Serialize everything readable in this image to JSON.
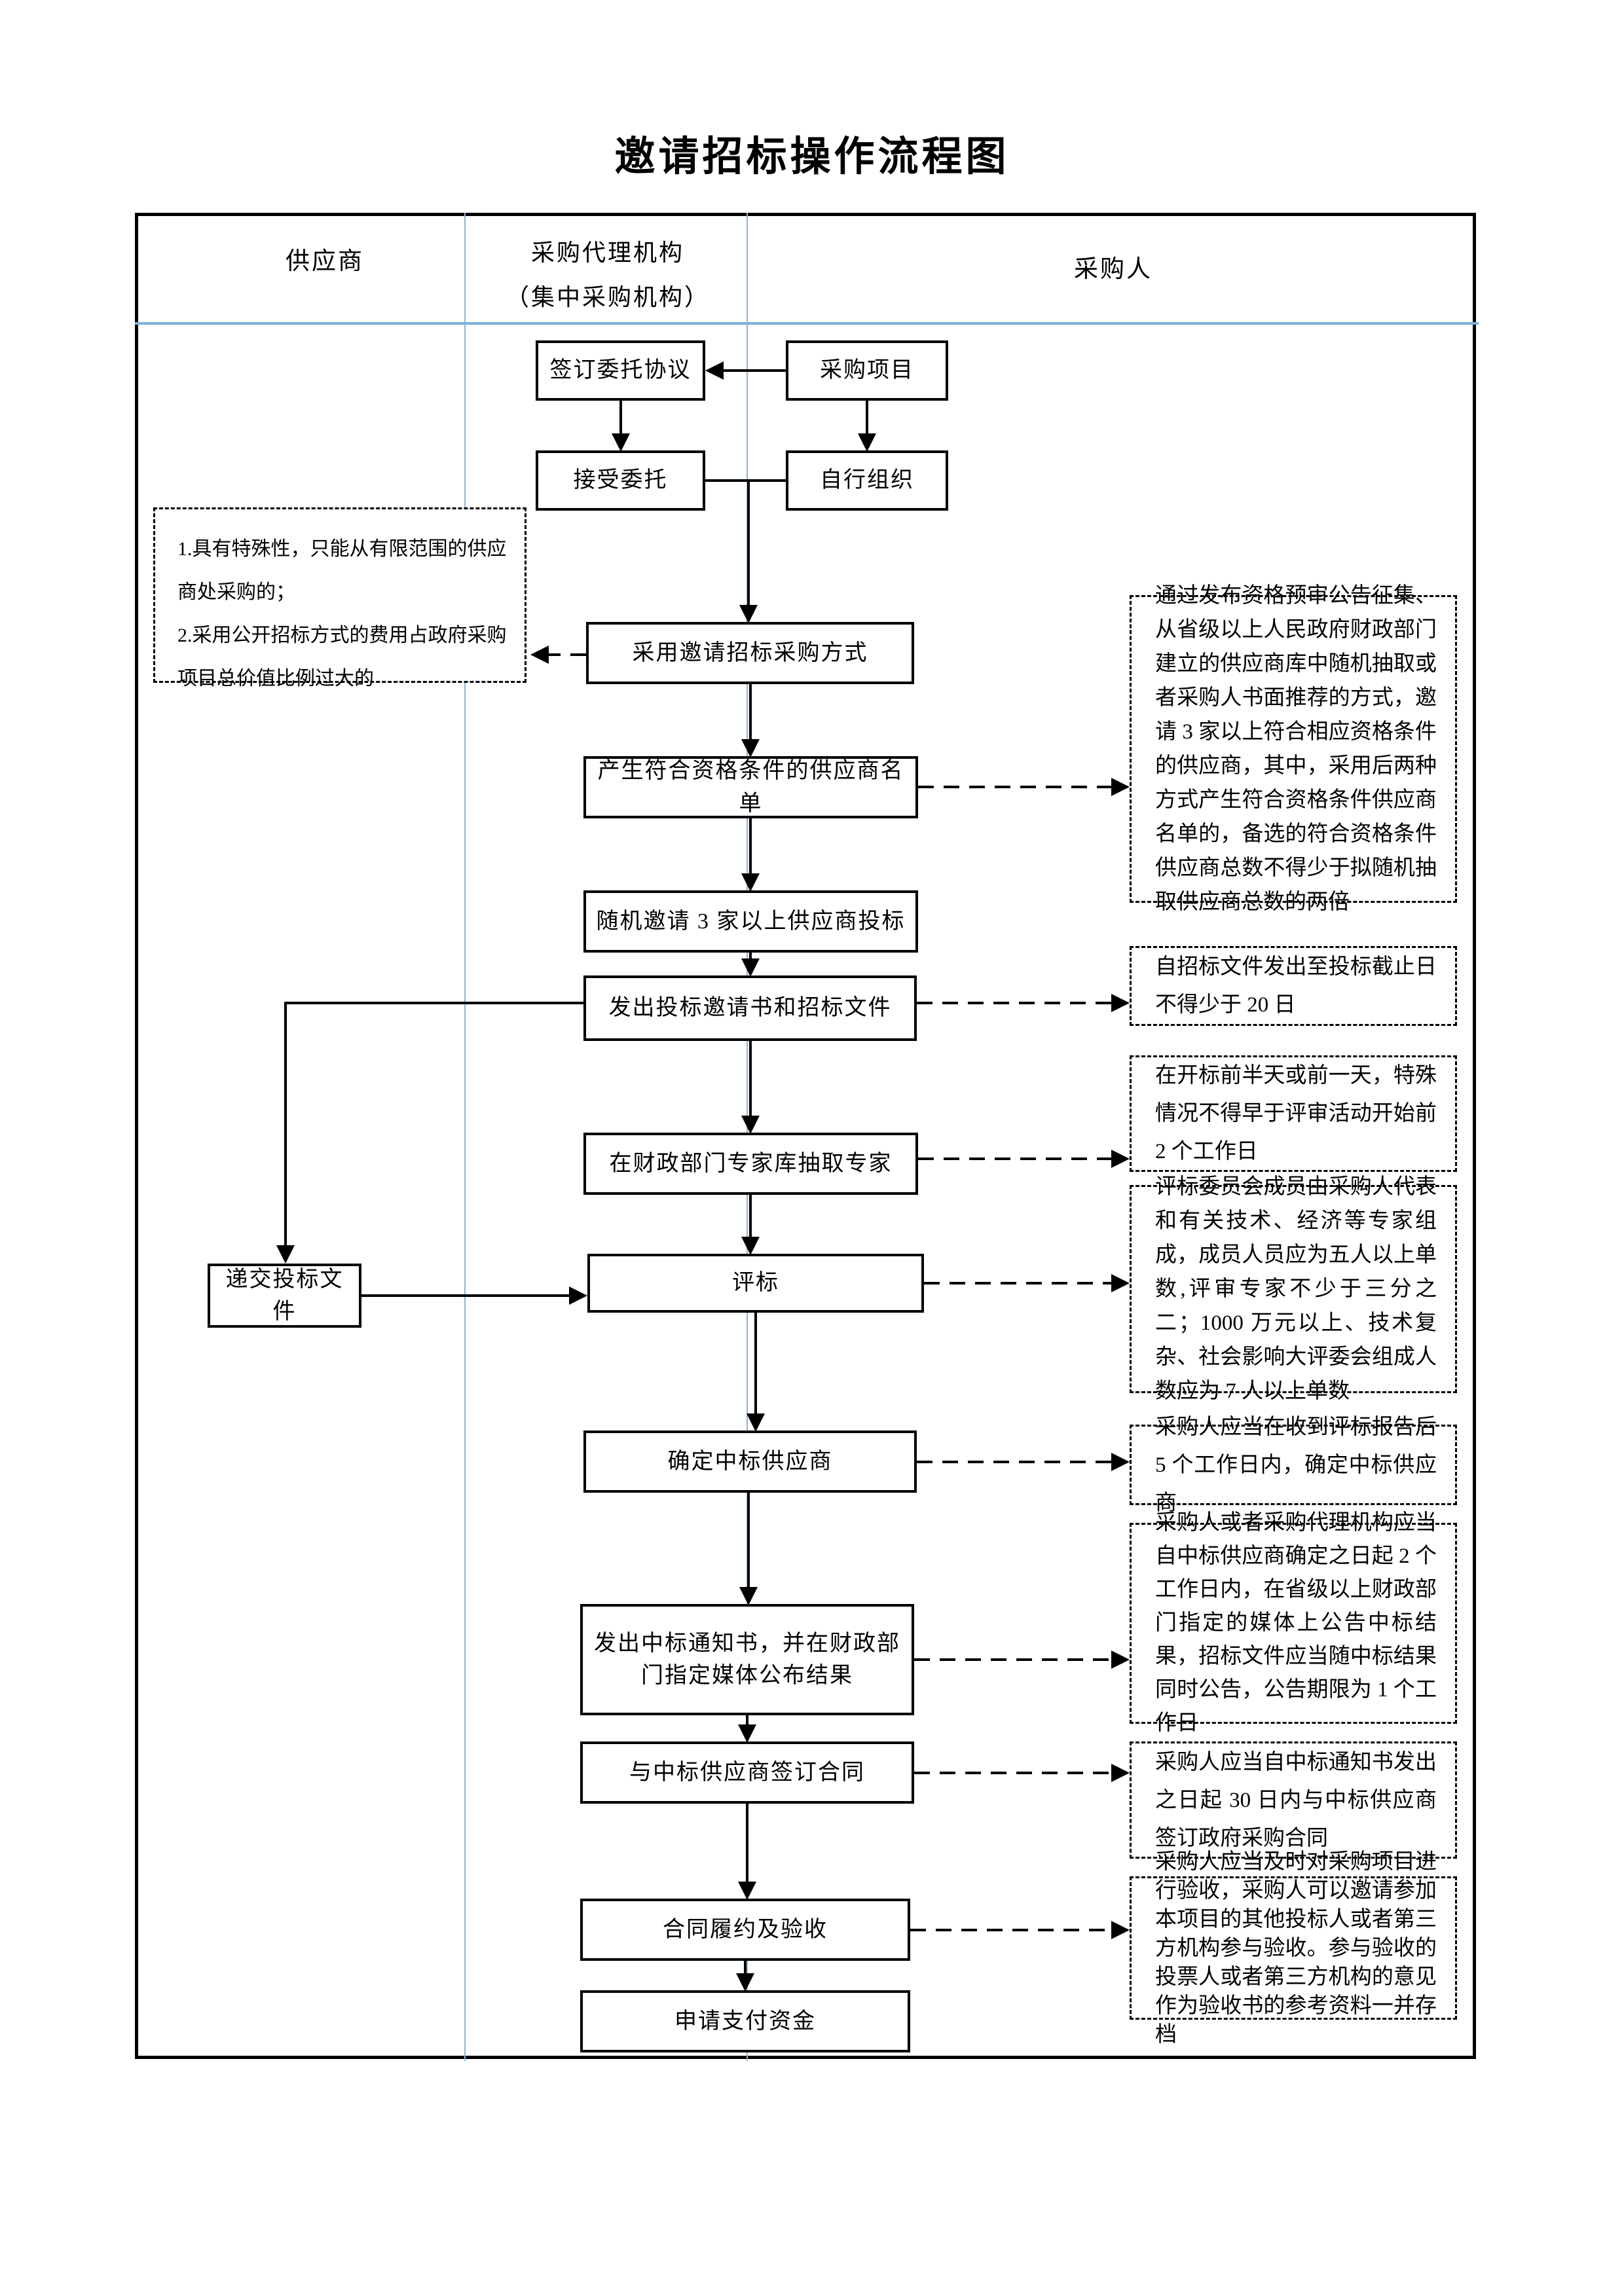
{
  "title": "邀请招标操作流程图",
  "lanes": {
    "supplier": "供应商",
    "agency_line1": "采购代理机构",
    "agency_line2": "（集中采购机构）",
    "purchaser": "采购人"
  },
  "flow": {
    "nodes": [
      {
        "id": "sign-agreement",
        "label": "签订委托协议"
      },
      {
        "id": "procurement-project",
        "label": "采购项目"
      },
      {
        "id": "accept-entrustment",
        "label": "接受委托"
      },
      {
        "id": "self-organize",
        "label": "自行组织"
      },
      {
        "id": "adopt-invitation",
        "label": "采用邀请招标采购方式"
      },
      {
        "id": "generate-list",
        "label": "产生符合资格条件的供应商名单"
      },
      {
        "id": "random-invite",
        "label": "随机邀请 3 家以上供应商投标"
      },
      {
        "id": "issue-invitation",
        "label": "发出投标邀请书和招标文件"
      },
      {
        "id": "draw-experts",
        "label": "在财政部门专家库抽取专家"
      },
      {
        "id": "bid-evaluation",
        "label": "评标"
      },
      {
        "id": "determine-winner",
        "label": "确定中标供应商"
      },
      {
        "id": "issue-notice",
        "label": "发出中标通知书，并在财政部门指定媒体公布结果"
      },
      {
        "id": "sign-contract",
        "label": "与中标供应商签订合同"
      },
      {
        "id": "contract-acceptance",
        "label": "合同履约及验收"
      },
      {
        "id": "apply-payment",
        "label": "申请支付资金"
      },
      {
        "id": "submit-bid-docs",
        "label": "递交投标文件"
      }
    ]
  },
  "side_note": {
    "text": "1.具有特殊性，只能从有限范围的供应商处采购的；\n2.采用公开招标方式的费用占政府采购项目总价值比例过大的"
  },
  "annotations": [
    {
      "id": "qualification-collection",
      "text": "通过发布资格预审公告征集、从省级以上人民政府财政部门建立的供应商库中随机抽取或者采购人书面推荐的方式，邀请 3 家以上符合相应资格条件的供应商，其中，采用后两种方式产生符合资格条件供应商名单的，备选的符合资格条件供应商总数不得少于拟随机抽取供应商总数的两倍"
    },
    {
      "id": "twenty-days",
      "text": "自招标文件发出至投标截止日不得少于 20 日"
    },
    {
      "id": "expert-draw-time",
      "text": "在开标前半天或前一天，特殊情况不得早于评审活动开始前 2 个工作日"
    },
    {
      "id": "evaluation-committee",
      "text": "评标委员会成员由采购人代表和有关技术、经济等专家组成，成员人员应为五人以上单数,评审专家不少于三分之二；1000 万元以上、技术复杂、社会影响大评委会组成人数应为 7 人以上单数"
    },
    {
      "id": "five-working-days",
      "text": "采购人应当在收到评标报告后 5 个工作日内，确定中标供应商"
    },
    {
      "id": "announce-result",
      "text": "采购人或者采购代理机构应当自中标供应商确定之日起 2 个工作日内，在省级以上财政部门指定的媒体上公告中标结果，招标文件应当随中标结果同时公告，公告期限为 1 个工作日"
    },
    {
      "id": "thirty-days-contract",
      "text": "采购人应当自中标通知书发出之日起 30 日内与中标供应商签订政府采购合同"
    },
    {
      "id": "acceptance-check",
      "text": "采购人应当及时对采购项目进行验收，采购人可以邀请参加本项目的其他投标人或者第三方机构参与验收。参与验收的投票人或者第三方机构的意见作为验收书的参考资料一并存档"
    }
  ],
  "colors": {
    "line": "#000000",
    "lane_divider": "#8db3dc",
    "header_rule": "#7fb0da",
    "background": "#ffffff"
  }
}
